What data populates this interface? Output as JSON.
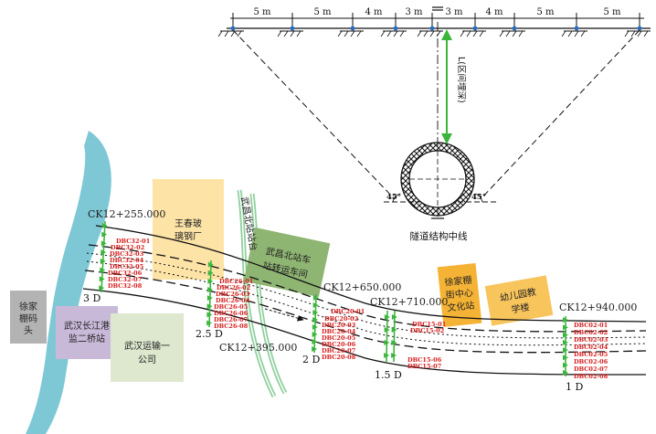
{
  "cross_section": {
    "spacings": [
      "5 m",
      "5 m",
      "4 m",
      "3 m",
      "3 m",
      "4 m",
      "5 m",
      "5 m"
    ],
    "angle_left": "45°",
    "angle_right": "45°",
    "vertical_label": "L(区间埋深)",
    "axis_label": "隧道结构中线"
  },
  "sections": [
    {
      "label": "CK12+255.000"
    },
    {
      "label": "CK12+395.000"
    },
    {
      "label": "CK12+650.000"
    },
    {
      "label": "CK12+710.000"
    },
    {
      "label": "CK12+940.000"
    }
  ],
  "distances": [
    "3 D",
    "2.5 D",
    "2 D",
    "1.5 D",
    "1 D"
  ],
  "buildings": [
    {
      "lines": [
        "徐家",
        "棚码",
        "头"
      ],
      "color": "#b3b3b3"
    },
    {
      "lines": [
        "武汉长江港",
        "监二桥站"
      ],
      "color": "#c9b9d9"
    },
    {
      "lines": [
        "武汉运输一",
        "公司"
      ],
      "color": "#dde8cf"
    },
    {
      "lines": [
        "王春玻",
        "璃钢厂"
      ],
      "color": "#fde3a6"
    },
    {
      "lines": [
        "武昌北站车",
        "站转运车间"
      ],
      "color": "#8fb573"
    },
    {
      "lines": [
        "武昌北站站台"
      ],
      "color": "#ffffff"
    },
    {
      "lines": [
        "徐家棚",
        "街中心",
        "文化站"
      ],
      "color": "#f5b335"
    },
    {
      "lines": [
        "幼儿园教",
        "学楼"
      ],
      "color": "#f8c45c"
    }
  ],
  "monitor_groups": [
    {
      "labels": [
        "DBC32-01",
        "DBC32-02",
        "DBC32-03",
        "DBC32-04",
        "DBC32-05",
        "DBC32-06",
        "DBC32-07",
        "DBC32-08"
      ]
    },
    {
      "labels": [
        "DBC26-01",
        "DBC26-02",
        "DBC26-03",
        "DBC26-04",
        "DBC26-05",
        "DBC26-06",
        "DBC26-07",
        "DBC26-08"
      ]
    },
    {
      "labels": [
        "DBC20-01",
        "DBC20-02",
        "DBC20-03",
        "DBC20-04",
        "DBC20-05",
        "DBC20-06",
        "DBC20-07",
        "DBC20-08"
      ]
    },
    {
      "labels": [
        "DBC15-01",
        "DBC15-02",
        "DBC15-06",
        "DBC15-07"
      ]
    },
    {
      "labels": [
        "DBC02-01",
        "DBC02-02",
        "DBC02-03",
        "DBC02-04",
        "DBC02-05",
        "DBC02-06",
        "DBC02-07",
        "DBC02-08"
      ]
    }
  ],
  "colors": {
    "river": "#7ec8d6",
    "measure_arrow": "#3cb53c",
    "monitor_text": "#d81e1e",
    "monitor_point": "#2b6cc4"
  }
}
